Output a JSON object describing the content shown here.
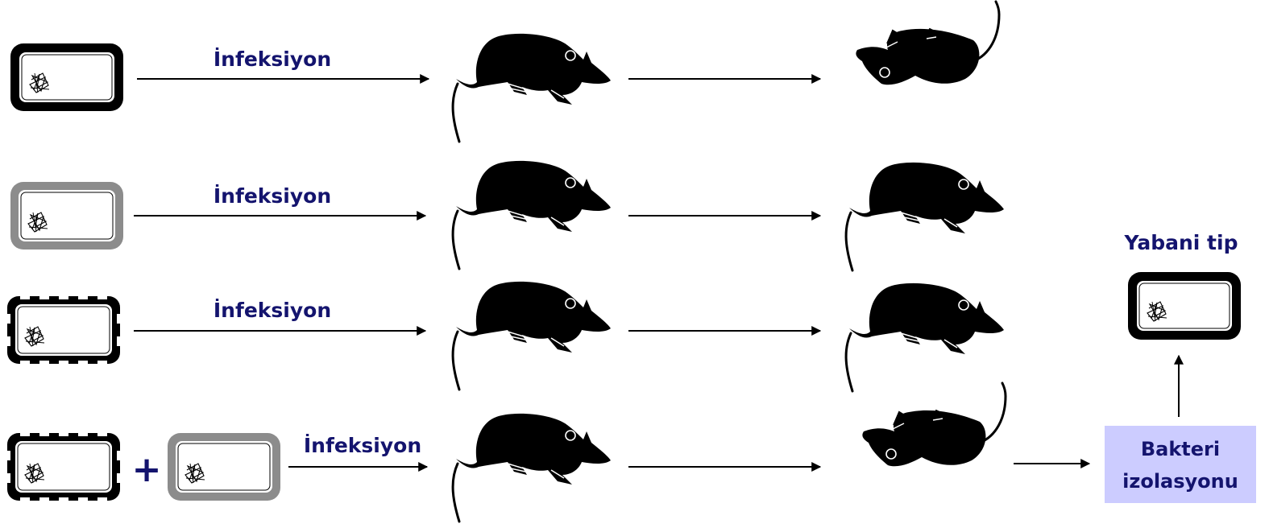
{
  "diagram": {
    "infection_label": "İnfeksiyon",
    "plus_sign": "+",
    "result_box": {
      "line1": "Bakteri",
      "line2": "izolasyonu",
      "fill_color": "#ccccff"
    },
    "wild_type_label": "Yabani tip",
    "colors": {
      "text": "#14146e",
      "wild_type_frame": "#000000",
      "mutant_frame": "#8c8c8c",
      "mouse": "#000000"
    },
    "rows": [
      {
        "strain": "wild-type",
        "outcome": "dead"
      },
      {
        "strain": "grey-mutant",
        "outcome": "alive"
      },
      {
        "strain": "notched-mutant",
        "outcome": "alive"
      },
      {
        "strain": "notched-mutant + grey-mutant",
        "outcome": "dead"
      }
    ]
  }
}
